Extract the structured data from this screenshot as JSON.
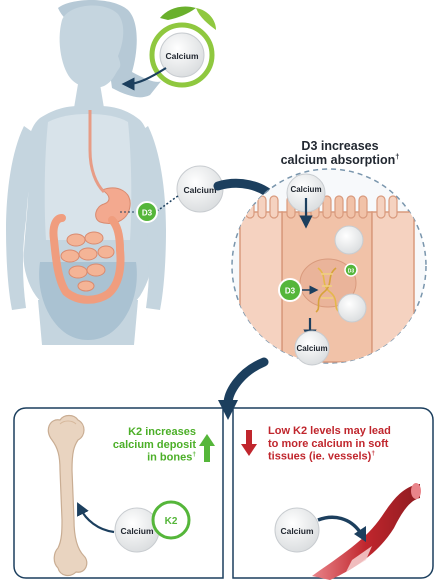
{
  "colors": {
    "navy": "#1c3f5e",
    "green": "#55b63a",
    "red": "#c0262d",
    "silhouette": "#c5d5df",
    "cell": "#f1c2a8"
  },
  "labels": {
    "calcium": "Calcium",
    "d3": "D3",
    "k2": "K2"
  },
  "absorption_title": {
    "line1": "D3 increases",
    "line2": "calcium absorption",
    "mark": "†"
  },
  "k2_bones": {
    "line1": "K2 increases",
    "line2": "calcium deposit",
    "line3": "in bones",
    "mark": "†"
  },
  "k2_soft_tissue": {
    "line1": "Low K2 levels may lead",
    "line2": "to more calcium in soft",
    "line3": "tissues (ie. vessels)",
    "mark": "†"
  },
  "icons": {
    "up_arrow": "green-up-arrow-icon",
    "down_arrow": "red-down-arrow-icon",
    "dna": "dna-icon"
  }
}
